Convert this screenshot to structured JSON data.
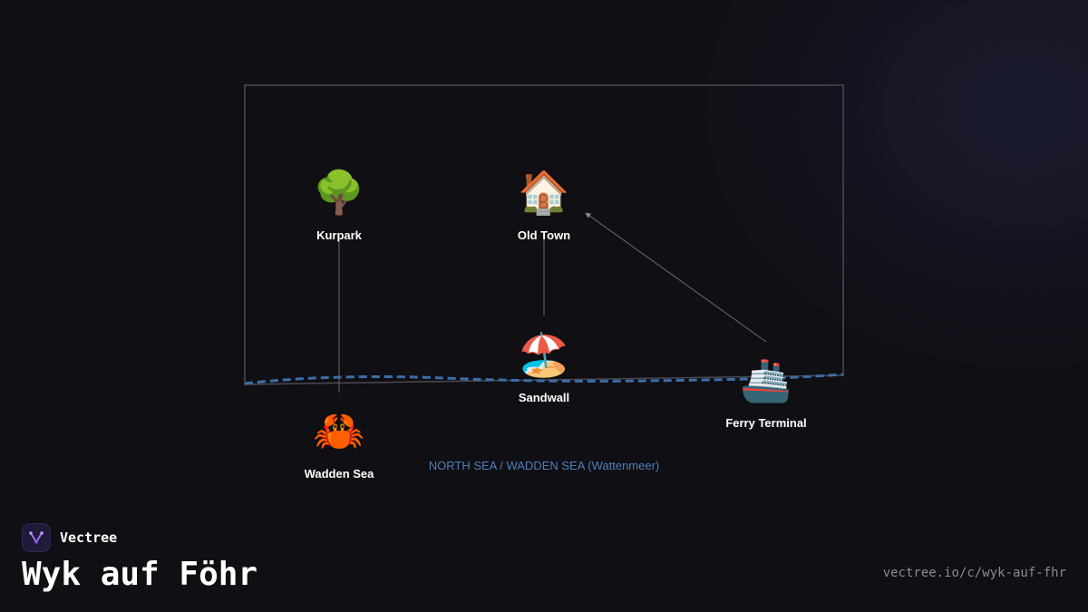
{
  "map": {
    "pois": [
      {
        "id": "kurpark",
        "label": "Kurpark",
        "icon": "deciduous-tree-icon",
        "glyph": "🌳"
      },
      {
        "id": "old-town",
        "label": "Old Town",
        "icon": "house-icon",
        "glyph": "🏠"
      },
      {
        "id": "sandwall",
        "label": "Sandwall",
        "icon": "beach-umbrella-icon",
        "glyph": "🏖️"
      },
      {
        "id": "ferry-terminal",
        "label": "Ferry Terminal",
        "icon": "ship-icon",
        "glyph": "🚢"
      },
      {
        "id": "wadden-sea",
        "label": "Wadden Sea",
        "icon": "crab-icon",
        "glyph": "🦀"
      }
    ],
    "sea_label": "NORTH SEA / WADDEN SEA (Wattenmeer)"
  },
  "brand": {
    "name": "Vectree",
    "icon": "vectree-logo-icon"
  },
  "page": {
    "title": "Wyk auf Föhr",
    "url": "vectree.io/c/wyk-auf-fhr"
  },
  "colors": {
    "background": "#0f0f14",
    "coastline": "#3b6ea8",
    "outline": "#4a4a52",
    "sea_text": "#4f7fb8",
    "label": "#ffffff"
  }
}
